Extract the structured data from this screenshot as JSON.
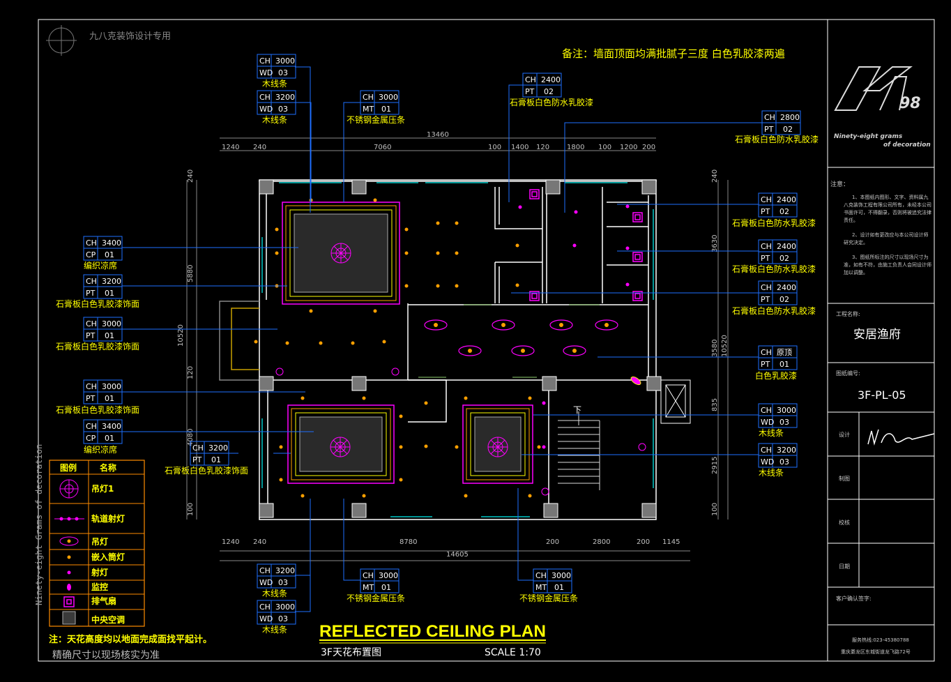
{
  "watermark": "九八克装饰设计专用",
  "note_top": "备注：墙面顶面均满批腻子三度 白色乳胶漆两遍",
  "side_watermark": "Ninety-eight Grams of decoration",
  "footer": {
    "note": "注：天花高度均以地面完成面找平起计。",
    "note2": "精确尺寸以现场核实为准",
    "title_en": "REFLECTED CEILING  PLAN",
    "title_cn": "3F天花布置图",
    "scale": "SCALE 1:70"
  },
  "titleblock": {
    "logo_text1": "Ninety-eight grams",
    "logo_text2": "of decoration",
    "notes_title": "注意：",
    "notes": [
      "1、本图纸内图形、文字、资料属九八克装饰工程有限公司所有，未经本公司书面许可，不得翻录，否则将被追究法律责任。",
      "2、设计如有更改应与本公司设计师研究决定。",
      "3、图纸所标注的尺寸以现场尺寸为准，如有不符，由施工负责人会同设计师加以调整。"
    ],
    "project_label": "工程名称:",
    "project_name": "安居渔府",
    "drawing_no_label": "图纸编号:",
    "drawing_no": "3F-PL-05",
    "design_label": "设计",
    "draw_label": "制图",
    "check_label": "校核",
    "date_label": "日期",
    "client_label": "客户确认签字:",
    "service_tel": "服务热线:023-45380788",
    "address": "重庆綦龙区东城街道龙飞路72号"
  },
  "dims": {
    "top_total": "13460",
    "top": [
      "1240",
      "240",
      "7060",
      "100",
      "1400",
      "120",
      "1800",
      "100",
      "1200",
      "200"
    ],
    "bottom": [
      "1240",
      "240",
      "8780",
      "200",
      "2800",
      "200",
      "1145"
    ],
    "bottom_total": "14605",
    "left": [
      "240",
      "5880",
      "10520",
      "120",
      "4080",
      "100"
    ],
    "right": [
      "240",
      "3630",
      "3580",
      "10520",
      "835",
      "2915",
      "100"
    ]
  },
  "tags": [
    {
      "code1": "CH",
      "val1": "3000",
      "code2": "WD",
      "val2": "03",
      "label": "木线条"
    },
    {
      "code1": "CH",
      "val1": "3200",
      "code2": "WD",
      "val2": "03",
      "label": "木线条"
    },
    {
      "code1": "CH",
      "val1": "3000",
      "code2": "MT",
      "val2": "01",
      "label": "不锈钢金属压条"
    },
    {
      "code1": "CH",
      "val1": "2400",
      "code2": "PT",
      "val2": "02",
      "label": "石膏板白色防水乳胶漆"
    },
    {
      "code1": "CH",
      "val1": "2800",
      "code2": "PT",
      "val2": "02",
      "label": "石膏板白色防水乳胶漆"
    },
    {
      "code1": "CH",
      "val1": "3400",
      "code2": "CP",
      "val2": "01",
      "label": "编织凉席"
    },
    {
      "code1": "CH",
      "val1": "3200",
      "code2": "PT",
      "val2": "01",
      "label": "石膏板白色乳胶漆饰面"
    },
    {
      "code1": "CH",
      "val1": "3000",
      "code2": "PT",
      "val2": "01",
      "label": "石膏板白色乳胶漆饰面"
    },
    {
      "code1": "CH",
      "val1": "3000",
      "code2": "PT",
      "val2": "01",
      "label": "石膏板白色乳胶漆饰面"
    },
    {
      "code1": "CH",
      "val1": "3400",
      "code2": "CP",
      "val2": "01",
      "label": "编织凉席"
    },
    {
      "code1": "CH",
      "val1": "3200",
      "code2": "PT",
      "val2": "01",
      "label": "石膏板白色乳胶漆饰面"
    },
    {
      "code1": "CH",
      "val1": "2400",
      "code2": "PT",
      "val2": "02",
      "label": "石膏板白色防水乳胶漆"
    },
    {
      "code1": "CH",
      "val1": "2400",
      "code2": "PT",
      "val2": "02",
      "label": "石膏板白色防水乳胶漆"
    },
    {
      "code1": "CH",
      "val1": "2400",
      "code2": "PT",
      "val2": "02",
      "label": "石膏板白色防水乳胶漆"
    },
    {
      "code1": "CH",
      "val1": "原顶",
      "code2": "PT",
      "val2": "01",
      "label": "白色乳胶漆"
    },
    {
      "code1": "CH",
      "val1": "3000",
      "code2": "WD",
      "val2": "03",
      "label": "木线条"
    },
    {
      "code1": "CH",
      "val1": "3200",
      "code2": "WD",
      "val2": "03",
      "label": "木线条"
    },
    {
      "code1": "CH",
      "val1": "3200",
      "code2": "WD",
      "val2": "03",
      "label": "木线条"
    },
    {
      "code1": "CH",
      "val1": "3000",
      "code2": "WD",
      "val2": "03",
      "label": "木线条"
    },
    {
      "code1": "CH",
      "val1": "3000",
      "code2": "MT",
      "val2": "01",
      "label": "不锈钢金属压条"
    },
    {
      "code1": "CH",
      "val1": "3000",
      "code2": "MT",
      "val2": "01",
      "label": "不锈钢金属压条"
    }
  ],
  "legend": {
    "col1": "图例",
    "col2": "名称",
    "items": [
      "吊灯1",
      "轨道射灯",
      "吊灯",
      "嵌入筒灯",
      "射灯",
      "监控",
      "排气扇",
      "中央空调"
    ]
  },
  "stair_label": "下",
  "colors": {
    "accent": "#ffff00",
    "lamp": "#ff00ff",
    "leader": "#1e6fff",
    "frame": "#ffffff",
    "legend_border": "#ff8c00"
  }
}
